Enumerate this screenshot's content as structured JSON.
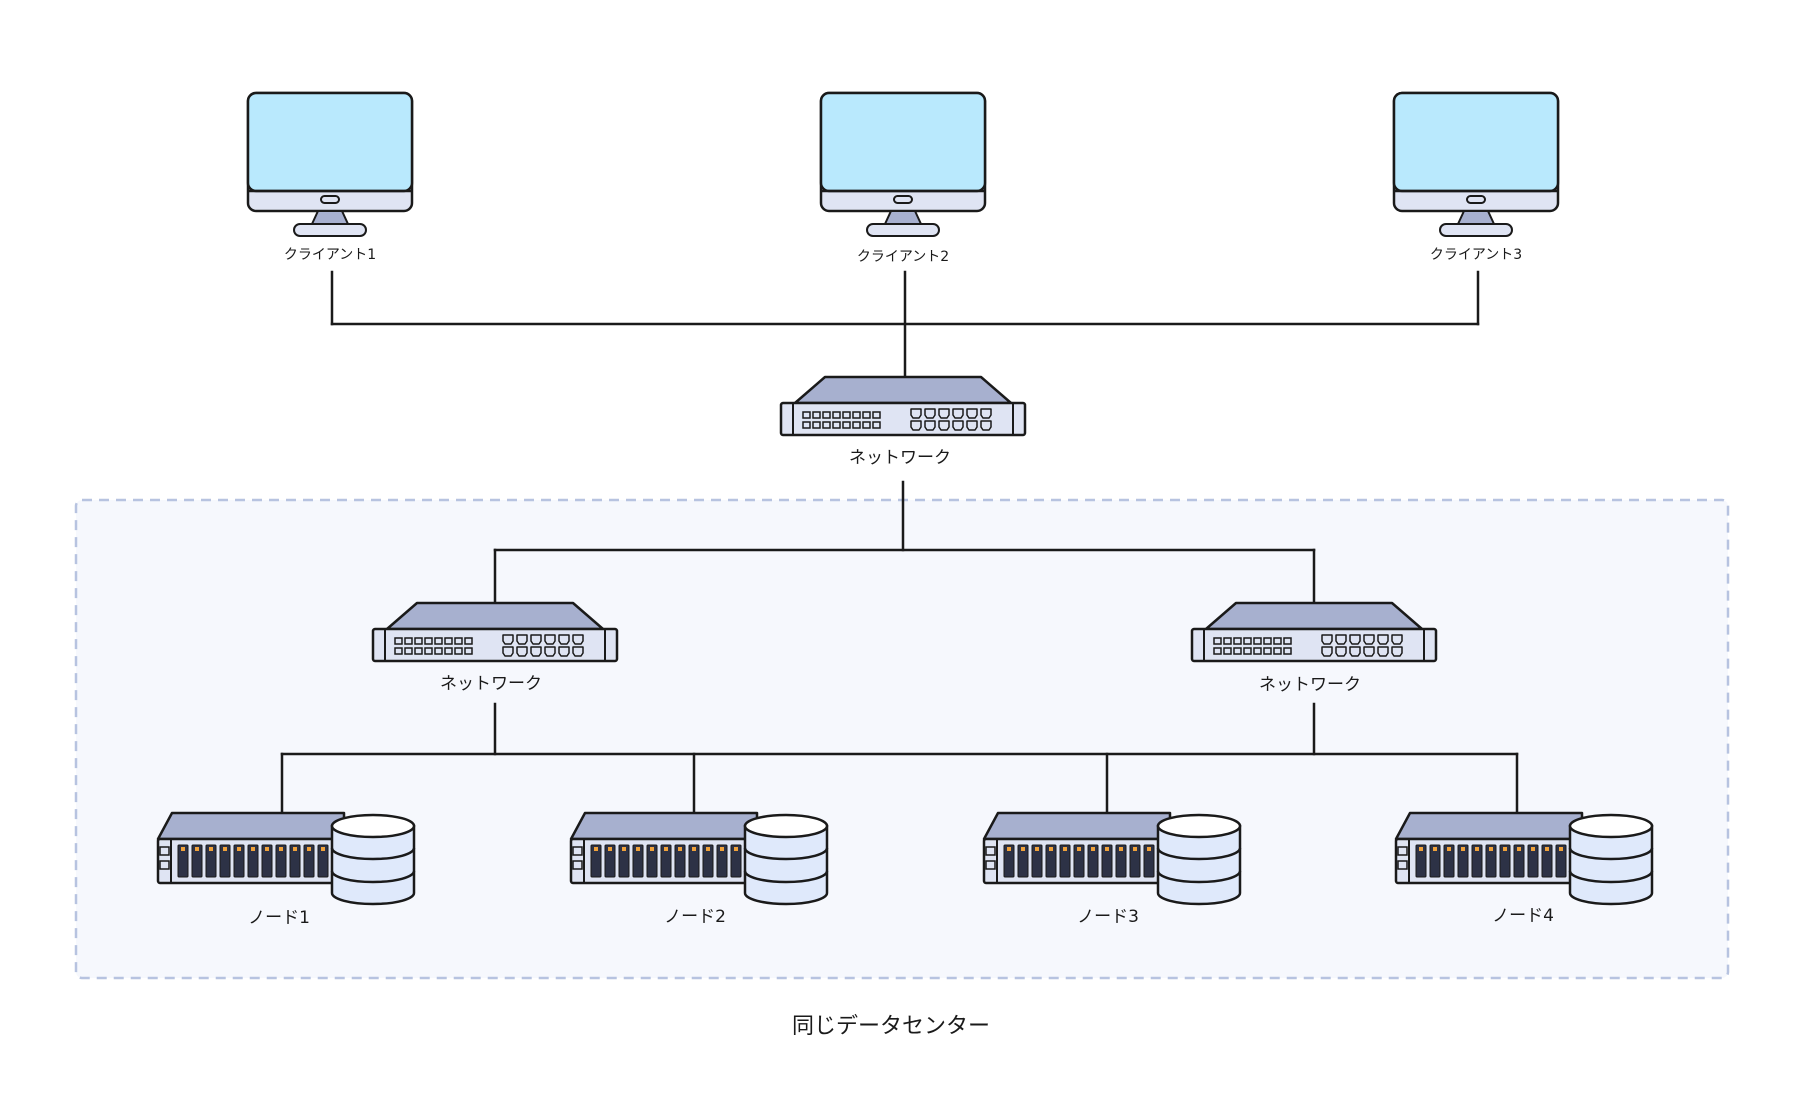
{
  "clients": [
    {
      "label": "クライアント1"
    },
    {
      "label": "クライアント2"
    },
    {
      "label": "クライアント3"
    }
  ],
  "core_switch": {
    "label": "ネットワーク"
  },
  "dc_switches": [
    {
      "label": "ネットワーク"
    },
    {
      "label": "ネットワーク"
    }
  ],
  "nodes": [
    {
      "label": "ノード1"
    },
    {
      "label": "ノード2"
    },
    {
      "label": "ノード3"
    },
    {
      "label": "ノード4"
    }
  ],
  "datacenter": {
    "label": "同じデータセンター"
  },
  "colors": {
    "screen": "#b9e9fd",
    "device_body": "#dfe4f3",
    "device_top": "#a7b0cf",
    "outline": "#1a1a1a",
    "dc_fill": "#f6f8fd",
    "dc_border": "#b7c3e0",
    "led": "#f0a23b"
  },
  "icons": {
    "client": "desktop-monitor-icon",
    "switch": "network-switch-icon",
    "node": "server-with-database-icon"
  }
}
